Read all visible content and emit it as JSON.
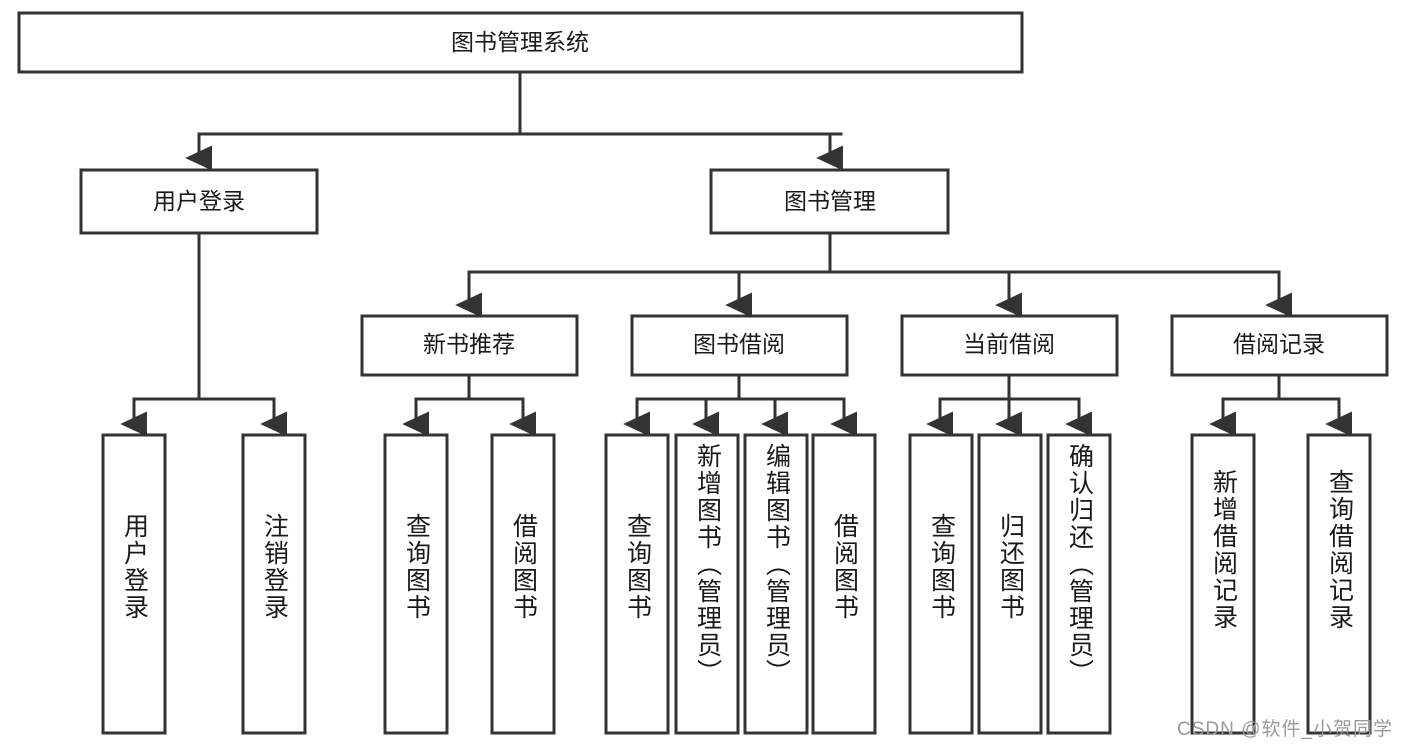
{
  "diagram": {
    "type": "tree",
    "title": "图书管理系统",
    "root": {
      "label": "图书管理系统"
    },
    "level2": [
      {
        "label": "用户登录"
      },
      {
        "label": "图书管理"
      }
    ],
    "level3": [
      {
        "label": "新书推荐"
      },
      {
        "label": "图书借阅"
      },
      {
        "label": "当前借阅"
      },
      {
        "label": "借阅记录"
      }
    ],
    "leaves": {
      "user_login": [
        "用户登录",
        "注销登录"
      ],
      "new_book_recommend": [
        "查询图书",
        "借阅图书"
      ],
      "book_borrow": [
        "查询图书",
        "新增图书（管理员）",
        "编辑图书（管理员）",
        "借阅图书"
      ],
      "current_borrow": [
        "查询图书",
        "归还图书",
        "确认归还（管理员）"
      ],
      "borrow_record": [
        "新增借阅记录",
        "查询借阅记录"
      ]
    }
  },
  "watermark": {
    "text": "CSDN @软件_小贺同学"
  },
  "colors": {
    "stroke": "#333333",
    "box_fill": "#ffffff",
    "text": "#1a1a1a",
    "watermark": "#9a9a9a",
    "background": "#ffffff"
  }
}
